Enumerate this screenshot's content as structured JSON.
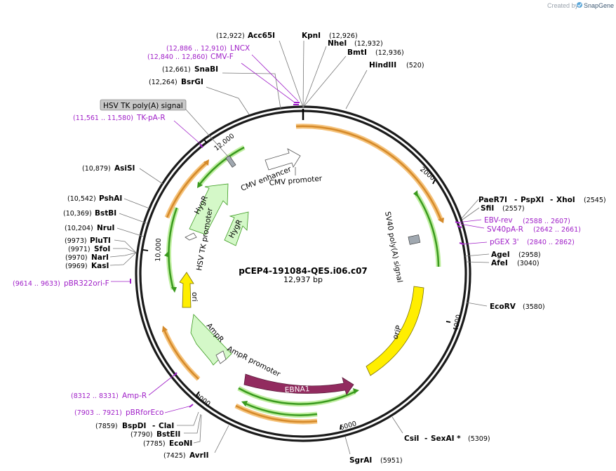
{
  "watermark": {
    "prefix": "Created by",
    "brand": "SnapGene"
  },
  "plasmid": {
    "name": "pCEP4-191084-QES.i06.c07",
    "length": "12,937 bp"
  },
  "enzymes": {
    "acc65i": {
      "name": "Acc65I",
      "pos": "(12,922)"
    },
    "kpni": {
      "name": "KpnI",
      "pos": "(12,926)"
    },
    "nhei": {
      "name": "NheI",
      "pos": "(12,932)"
    },
    "bmti": {
      "name": "BmtI",
      "pos": "(12,936)"
    },
    "hindiii": {
      "name": "HindIII",
      "pos": "(520)"
    },
    "snabi": {
      "name": "SnaBI",
      "pos": "(12,661)"
    },
    "bsrgi": {
      "name": "BsrGI",
      "pos": "(12,264)"
    },
    "asisi": {
      "name": "AsiSI",
      "pos": "(10,879)"
    },
    "pshai": {
      "name": "PshAI",
      "pos": "(10,542)"
    },
    "bstbi": {
      "name": "BstBI",
      "pos": "(10,369)"
    },
    "nrui": {
      "name": "NruI",
      "pos": "(10,204)"
    },
    "pluti": {
      "name": "PluTI",
      "pos": "(9973)"
    },
    "sfoi": {
      "name": "SfoI",
      "pos": "(9971)"
    },
    "nari": {
      "name": "NarI",
      "pos": "(9970)"
    },
    "kasi": {
      "name": "KasI",
      "pos": "(9969)"
    },
    "bspdi": {
      "name": "BspDI",
      "sep": "-",
      "name2": "ClaI",
      "pos": "(7859)"
    },
    "bsteii": {
      "name": "BstEII",
      "pos": "(7790)"
    },
    "econi": {
      "name": "EcoNI",
      "pos": "(7785)"
    },
    "avrii": {
      "name": "AvrII",
      "pos": "(7425)"
    },
    "sgrai": {
      "name": "SgrAI",
      "pos": "(5951)"
    },
    "csii": {
      "name": "CsiI",
      "sep": "-",
      "name2": "SexAI *",
      "pos": "(5309)"
    },
    "ecorv": {
      "name": "EcoRV",
      "pos": "(3580)"
    },
    "agei": {
      "name": "AgeI",
      "pos": "(2958)"
    },
    "afei": {
      "name": "AfeI",
      "pos": "(3040)"
    },
    "pae": {
      "name": "PaeR7I",
      "sep": "-",
      "name2": "PspXI",
      "sep2": "-",
      "name3": "XhoI",
      "pos": "(2545)"
    },
    "sfii": {
      "name": "SfiI",
      "pos": "(2557)"
    }
  },
  "primers": {
    "lncx": {
      "name": "LNCX",
      "pos": "(12,886 .. 12,910)"
    },
    "cmvf": {
      "name": "CMV-F",
      "pos": "(12,840 .. 12,860)"
    },
    "tkpar": {
      "name": "TK-pA-R",
      "pos": "(11,561 .. 11,580)"
    },
    "pbr322": {
      "name": "pBR322ori-F",
      "pos": "(9614 .. 9633)"
    },
    "ampr": {
      "name": "Amp-R",
      "pos": "(8312 .. 8331)"
    },
    "pbrfor": {
      "name": "pBRforEco",
      "pos": "(7903 .. 7921)"
    },
    "ebvrev": {
      "name": "EBV-rev",
      "pos": "(2588 .. 2607)"
    },
    "sv40par": {
      "name": "SV40pA-R",
      "pos": "(2642 .. 2661)"
    },
    "pgex3": {
      "name": "pGEX 3'",
      "pos": "(2840 .. 2862)"
    }
  },
  "features": {
    "hsvtk_polya": "HSV TK poly(A) signal",
    "cmv_enhancer": "CMV enhancer",
    "cmv_promoter": "CMV promoter",
    "hygr1": "HygR",
    "hygr2": "HygR",
    "hsv_tk_promoter": "HSV TK promoter",
    "ori": "ori",
    "ampr": "AmpR",
    "ampr_promoter": "AmpR promoter",
    "ebna1": "EBNA1",
    "orip": "oriP",
    "sv40_polya": "SV40 poly(A) signal"
  },
  "ticks": {
    "t2000": "2000",
    "t4000": "4000",
    "t6000": "6000",
    "t8000": "8000",
    "t10000": "10,000",
    "t12000": "12,000"
  },
  "colors": {
    "backbone": "#1a1a1a",
    "primer": "#a020c8",
    "orf_glow": "#f5c27a",
    "orf_fill": "#d58a2a",
    "green_glow": "#bfeea0",
    "green_fill": "#3a9a1e",
    "hygr": "#d4f8c8",
    "ori": "#ffee00",
    "orip": "#ffee00",
    "ebna1": "#922b5f",
    "sv40": "#a0a8b0",
    "promoter": "#ffffff"
  }
}
